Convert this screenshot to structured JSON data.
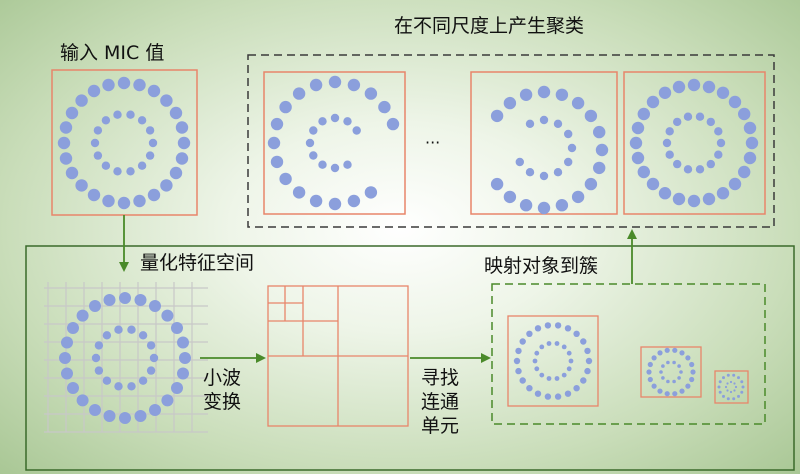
{
  "labels": {
    "input": "输入 MIC 值",
    "multiscale": "在不同尺度上产生聚类",
    "ellipsis": "···",
    "quantize": "量化特征空间",
    "wavelet_line1": "小波",
    "wavelet_line2": "变换",
    "connect_line1": "寻找",
    "connect_line2": "连通",
    "connect_line3": "单元",
    "map": "映射对象到簇"
  },
  "colors": {
    "dot": "#8b9fdc",
    "box_border": "#e8856a",
    "panel_border": "#3a6a2a",
    "arrow": "#4a8a2a",
    "grid": "#c8c8c8"
  }
}
